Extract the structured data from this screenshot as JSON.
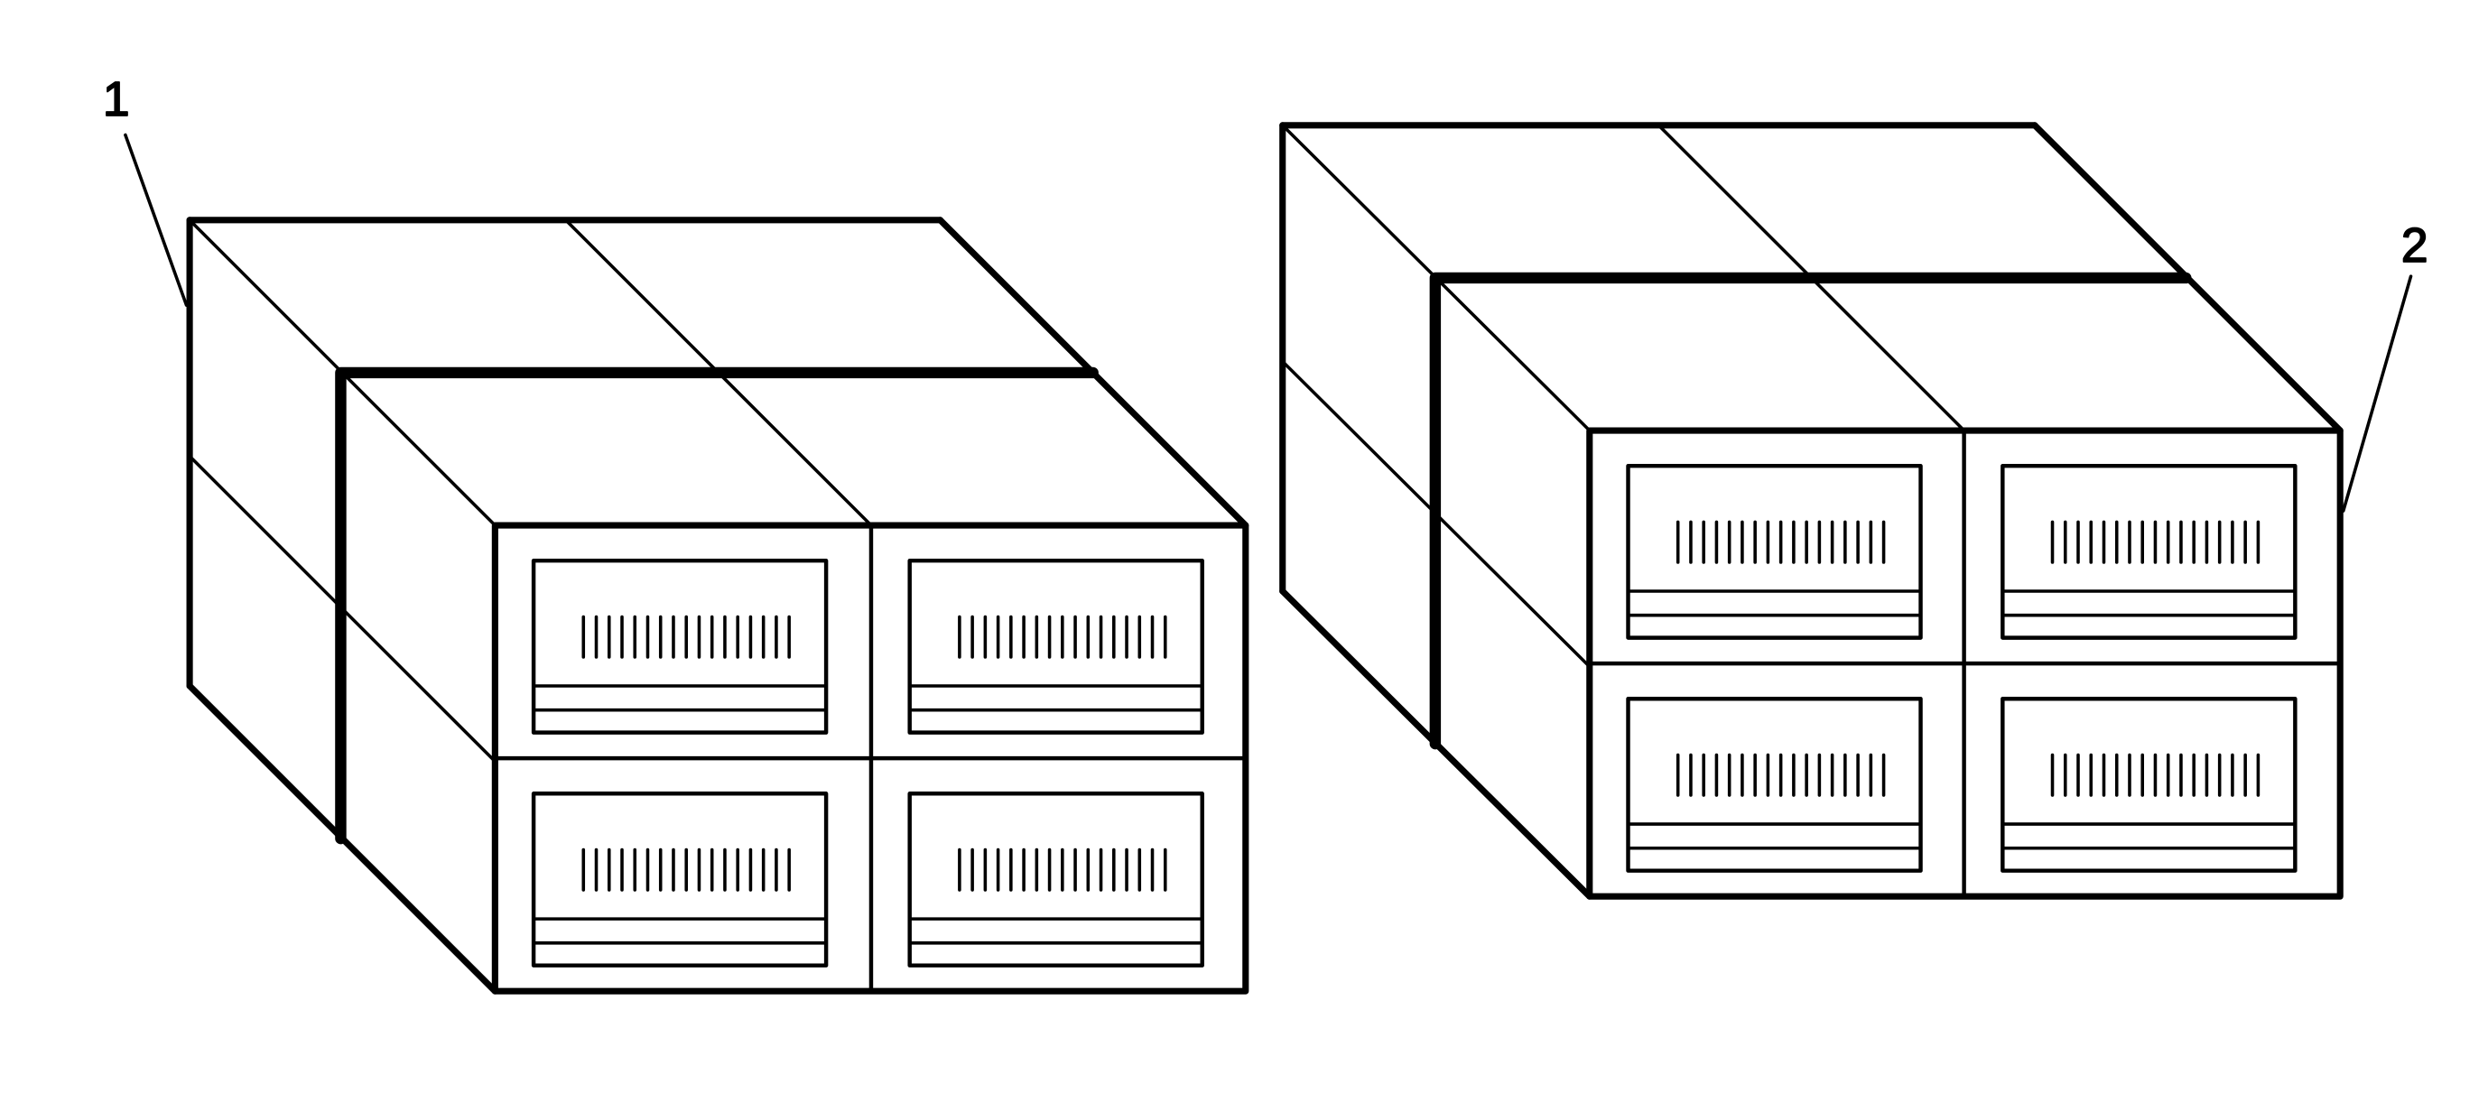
{
  "figure": {
    "background": "#ffffff",
    "stroke": "#000000",
    "callouts": [
      {
        "id": "callout-1",
        "label": "1"
      },
      {
        "id": "callout-2",
        "label": "2"
      }
    ],
    "assemblies": [
      {
        "name": "stack-assembly-1",
        "callout": "1",
        "modules": 4
      },
      {
        "name": "stack-assembly-2",
        "callout": "2",
        "modules": 4
      }
    ]
  }
}
